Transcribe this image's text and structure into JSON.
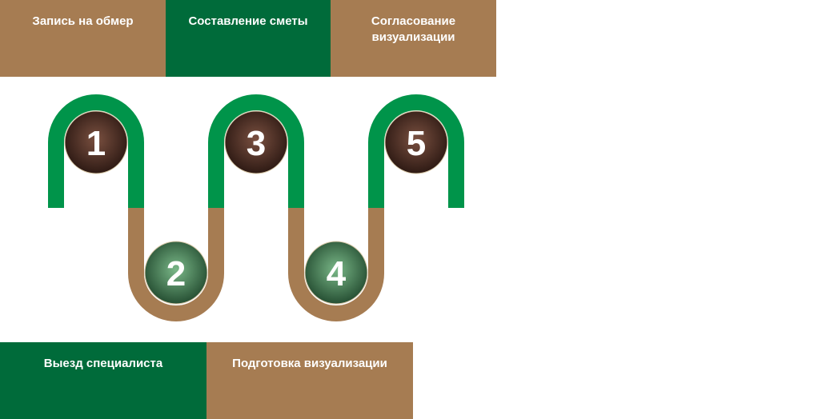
{
  "colors": {
    "green": "#00944a",
    "brown": "#a67c52",
    "dark_green_box": "#006b3a",
    "brown_box": "#a67c52"
  },
  "top_steps": [
    {
      "label": "Запись на обмер"
    },
    {
      "label": "Составление сметы"
    },
    {
      "label": "Согласование визуализации"
    }
  ],
  "bottom_steps": [
    {
      "label": "Выезд специалиста"
    },
    {
      "label": "Подготовка визуализации"
    }
  ],
  "markers": [
    "1",
    "2",
    "3",
    "4",
    "5"
  ]
}
